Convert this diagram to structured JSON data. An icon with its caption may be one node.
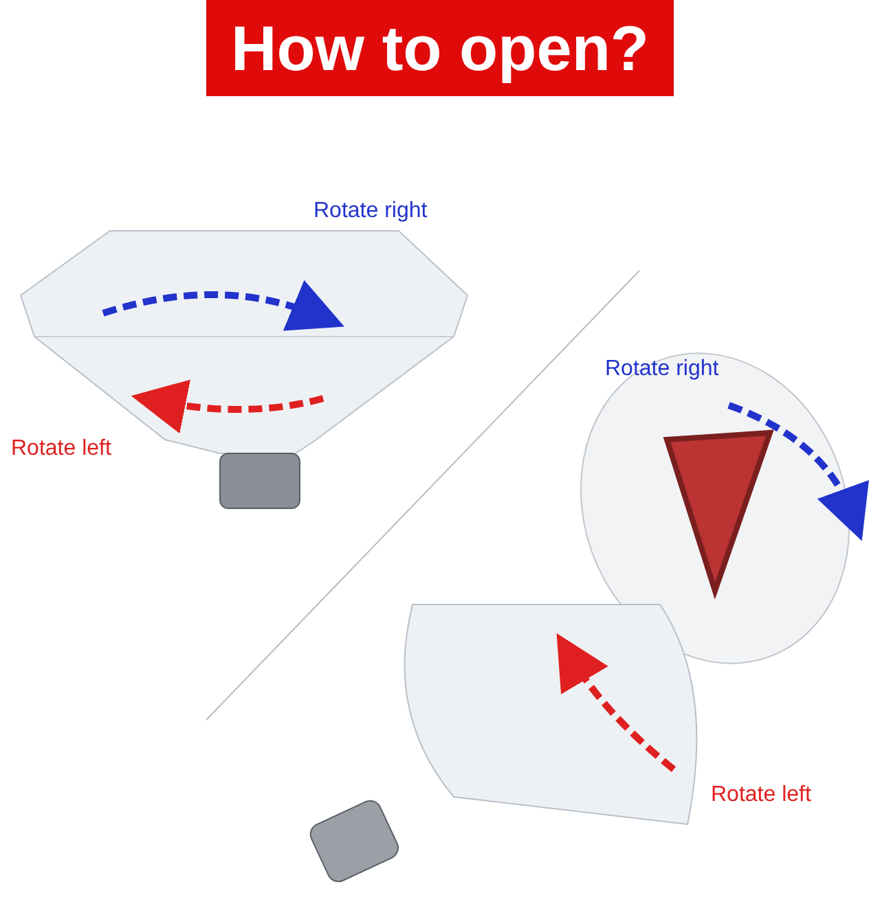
{
  "diagram": {
    "title": "How to open?",
    "labels": [
      "Rotate right",
      "Rotate left",
      "Rotate right",
      "Rotate left"
    ]
  }
}
